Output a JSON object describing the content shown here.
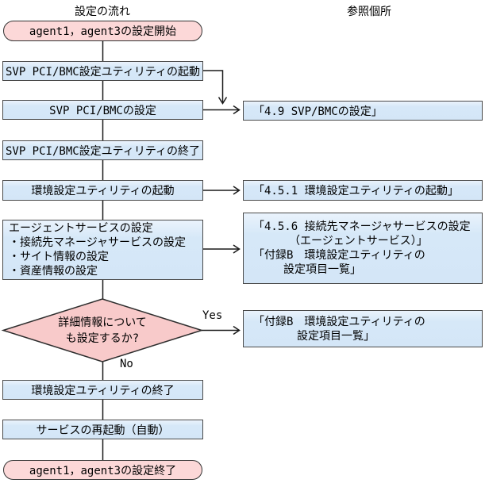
{
  "headers": {
    "flow": "設定の流れ",
    "reference": "参照個所"
  },
  "nodes": {
    "start": {
      "label": "agent1，agent3の設定開始"
    },
    "svp_util_start": {
      "label": "SVP PCI/BMC設定ユティリティの起動"
    },
    "svp_config": {
      "label": "SVP PCI/BMCの設定"
    },
    "svp_util_end": {
      "label": "SVP PCI/BMC設定ユティリティの終了"
    },
    "env_util_start": {
      "label": "環境設定ユティリティの起動"
    },
    "agent_service": {
      "title": "エージェントサービスの設定",
      "items": [
        "・接続先マネージャサービスの設定",
        "・サイト情報の設定",
        "・資産情報の設定"
      ]
    },
    "decision": {
      "line1": "詳細情報について",
      "line2": "も設定するか?",
      "yes_label": "Yes",
      "no_label": "No"
    },
    "env_util_end": {
      "label": "環境設定ユティリティの終了"
    },
    "service_restart": {
      "label": "サービスの再起動（自動）"
    },
    "end": {
      "label": "agent1，agent3の設定終了"
    }
  },
  "references": {
    "svp_bmc": {
      "label": "「4.9 SVP/BMCの設定」"
    },
    "env_util_start": {
      "label": "「4.5.1 環境設定ユティリティの起動」"
    },
    "agent_service": {
      "lines": [
        "「4.5.6 接続先マネージャサービスの設定",
        "（エージェントサービス）」",
        "「付録B　環境設定ユティリティの",
        "設定項目一覧」"
      ]
    },
    "appendix_b": {
      "lines": [
        "「付録B　環境設定ユティリティの",
        "設定項目一覧」"
      ]
    }
  },
  "colors": {
    "process_fill": "#d6e8f8",
    "terminal_fill": "#fcd8d8",
    "decision_fill": "#f8caca",
    "border": "#4a4a4a",
    "line": "#1a1a1a"
  }
}
